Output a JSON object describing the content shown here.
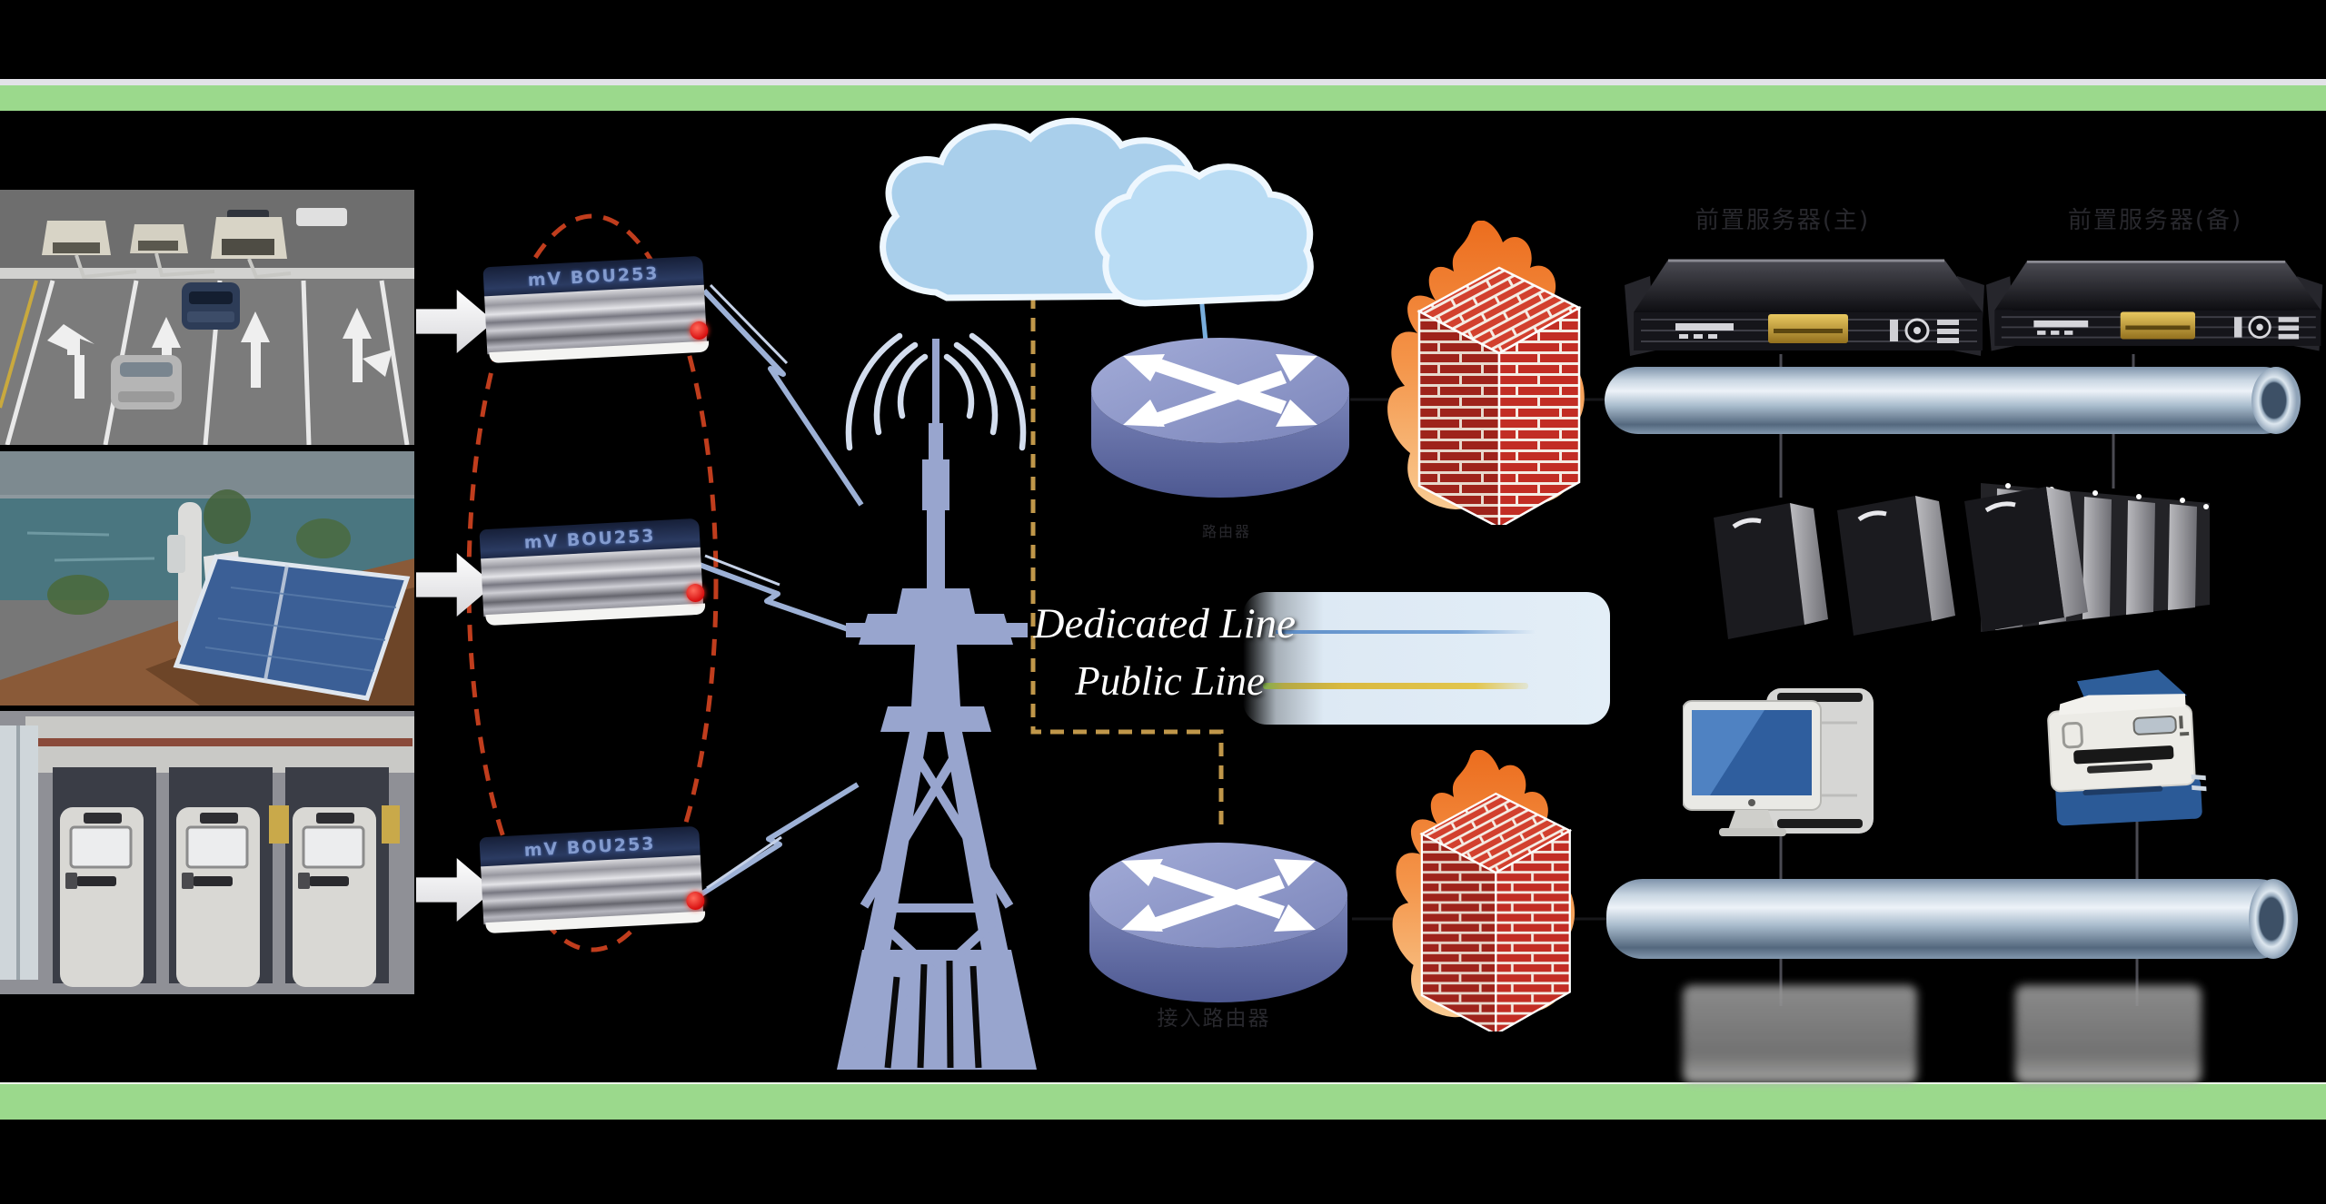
{
  "meta": {
    "title": "Wireless GPRS monitoring network topology diagram",
    "background": "#000000"
  },
  "frame": {
    "top_strip_color": "#e3e3e8",
    "green_bar_color": "#9bd98c"
  },
  "legend": {
    "dedicated_label": "Dedicated Line",
    "public_label": "Public Line",
    "dedicated_color": "#6f9bd0",
    "public_color": "#d9b93f",
    "box_color": "#dde9f4"
  },
  "sites": [
    {
      "name": "traffic-intersection-cameras"
    },
    {
      "name": "solar-powered-field-station"
    },
    {
      "name": "self-service-kiosks"
    }
  ],
  "devices": {
    "modem_label": "mV BOU253",
    "modem_count": 3,
    "router_top_label": "路由器",
    "router_bottom_label": "接入路由器",
    "server_primary_label": "前置服务器(主)",
    "server_backup_label": "前置服务器(备)"
  },
  "links": {
    "wireless": "lightning-bolts-to-radio-tower",
    "dedicated_line_path": "cloud-to-top-router",
    "public_line_path": "cloud-to-bottom-router",
    "public_line_style": "dashed",
    "public_line_color": "#c0974a",
    "dedicated_line_color": "#79aedd"
  },
  "colors": {
    "tower_and_router": "#98a5ce",
    "cloud_fill": "#a9cfeb",
    "flame_orange": "#ee7723",
    "brick_red": "#c0301f",
    "pipe_steel": "#aebfd0",
    "ellipse_red": "#c03d1d"
  }
}
